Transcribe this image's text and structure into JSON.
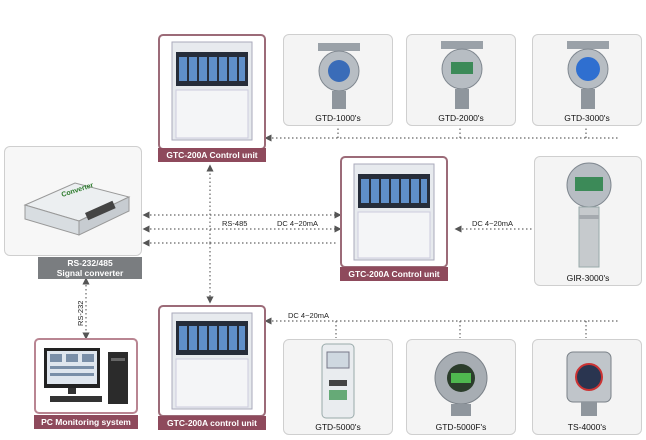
{
  "control_units": {
    "top": "GTC-200A Control unit",
    "middle": "GTC-200A Control unit",
    "bottom": "GTC-200A control unit"
  },
  "converter": {
    "label_line1": "RS-232/485",
    "label_line2": "Signal converter",
    "device_text": "Converter"
  },
  "pc": {
    "label": "PC Monitoring system"
  },
  "detectors": {
    "gtd1000": "GTD-1000's",
    "gtd2000": "GTD-2000's",
    "gtd3000": "GTD-3000's",
    "gir3000": "GIR-3000's",
    "gtd5000": "GTD-5000's",
    "gtd5000f": "GTD-5000F's",
    "ts4000": "TS-4000's"
  },
  "wires": {
    "rs485": "RS-485",
    "dc_a": "DC 4~20mA",
    "dc_b": "DC 4~20mA",
    "dc_c": "DC 4~20mA",
    "rs232": "RS-232"
  }
}
